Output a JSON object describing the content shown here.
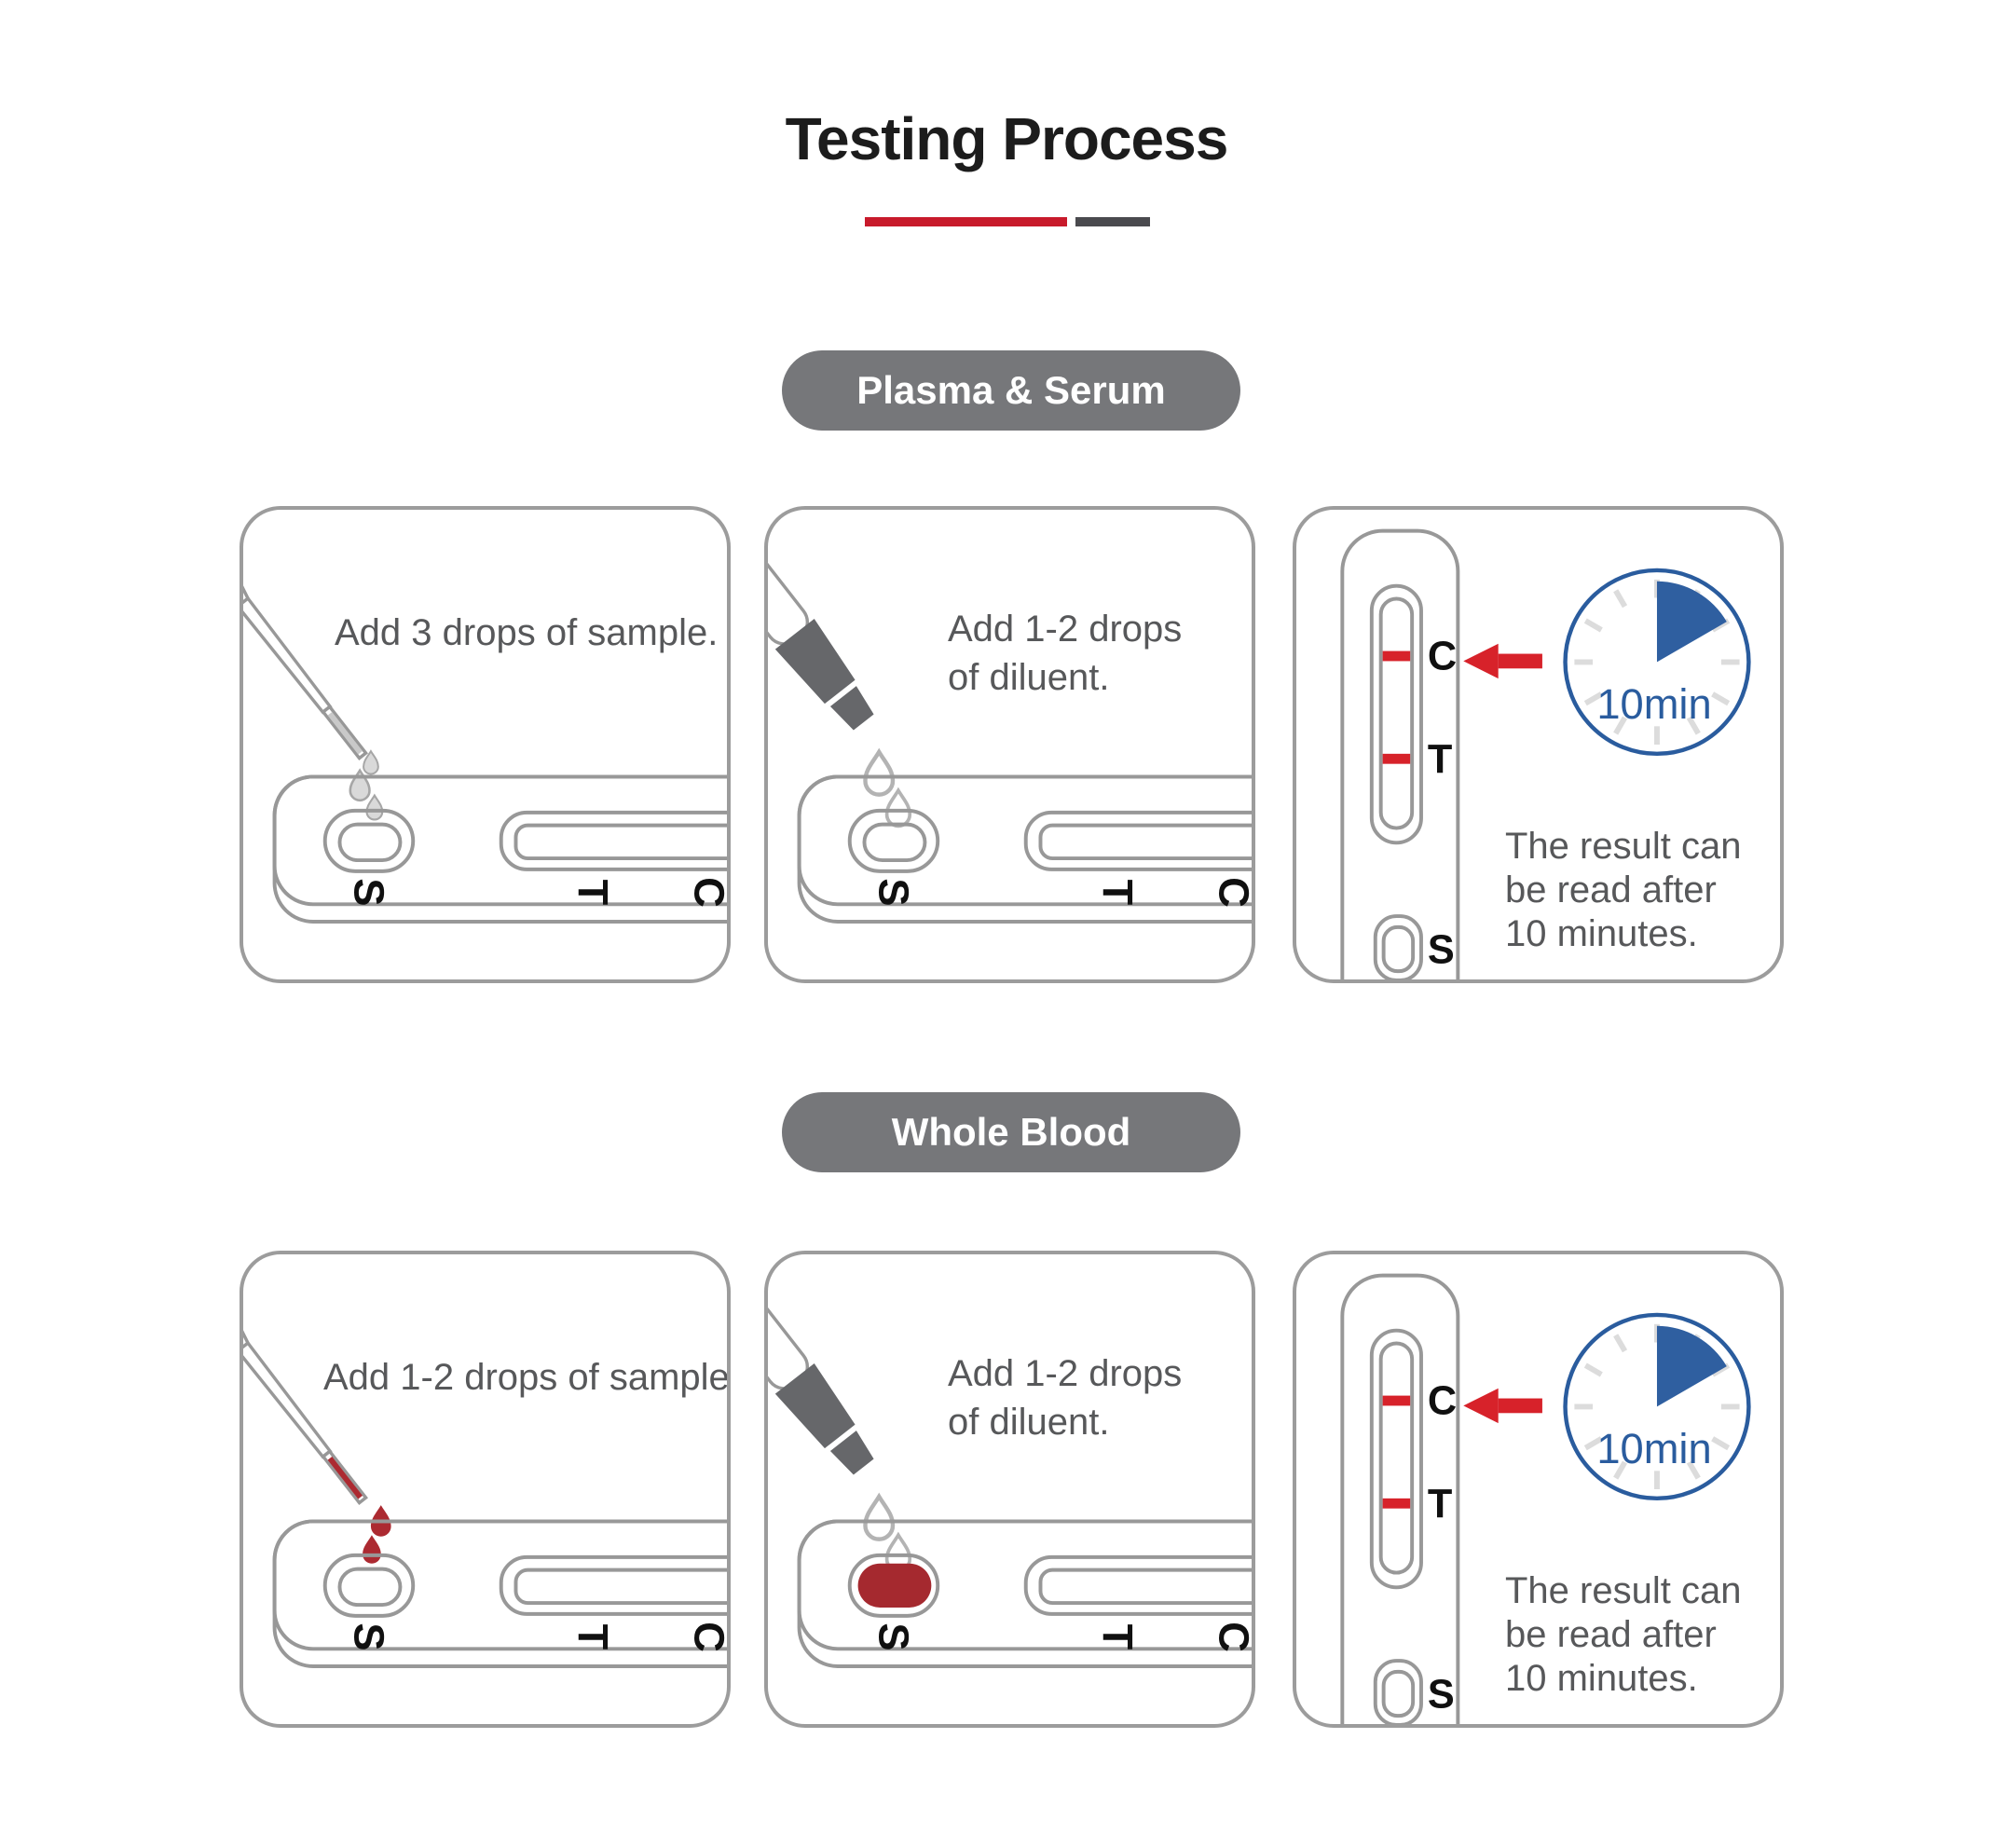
{
  "header": {
    "title": "Testing Process"
  },
  "colors": {
    "divider_red": "#C81A2B",
    "divider_dark": "#4A4A4E",
    "badge_gray": "#76777A",
    "line_red": "#D7222A",
    "blood_red": "#AC2A31",
    "clock_blue": "#2A5C9E",
    "clock_wedge_blue": "#2F5FA0",
    "panel_border_gray": "#9C9C9C",
    "caption_gray": "#57585A"
  },
  "cassette": {
    "sample_well_label": "S",
    "test_line_label": "T",
    "control_line_label": "C"
  },
  "sections": [
    {
      "badge": "Plasma & Serum",
      "steps": [
        {
          "caption": "Add 3 drops of sample."
        },
        {
          "caption": "Add 1-2 drops of diluent."
        },
        {
          "timer_label": "10min",
          "caption": "The result can be read after 10 minutes."
        }
      ]
    },
    {
      "badge": "Whole Blood",
      "steps": [
        {
          "caption": "Add 1-2 drops of sample."
        },
        {
          "caption": "Add 1-2 drops of diluent."
        },
        {
          "timer_label": "10min",
          "caption": "The result can be read after 10 minutes."
        }
      ]
    }
  ]
}
